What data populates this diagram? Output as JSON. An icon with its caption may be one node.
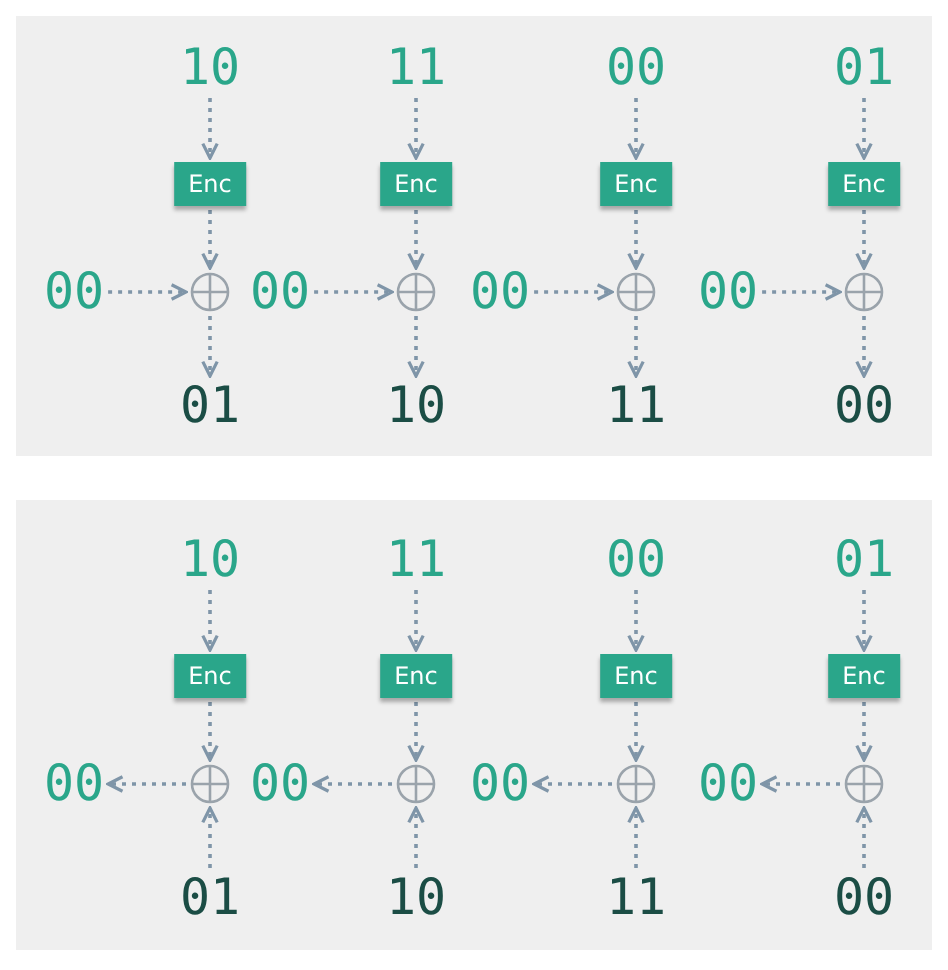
{
  "diagram": {
    "nodes": [
      {
        "text": [],
        "shape": "box"
      },
      {
        "text": [
          "10"
        ],
        "in": 0
      },
      {
        "text": [
          "Enc"
        ],
        "in": 0
      },
      {
        "text": [],
        "shape": "circle",
        "in": 0
      },
      {
        "text": [
          "00"
        ],
        "in": 0
      },
      {
        "text": [
          "01"
        ],
        "in": 0
      },
      {
        "text": [
          "11"
        ],
        "in": 0
      },
      {
        "text": [
          "Enc"
        ],
        "in": 0
      },
      {
        "text": [],
        "shape": "circle",
        "in": 0
      },
      {
        "text": [
          "00"
        ],
        "in": 0
      },
      {
        "text": [
          "10"
        ],
        "in": 0
      },
      {
        "text": [
          "00"
        ],
        "in": 0
      },
      {
        "text": [
          "Enc"
        ],
        "in": 0
      },
      {
        "text": [],
        "shape": "circle",
        "in": 0
      },
      {
        "text": [
          "00"
        ],
        "in": 0
      },
      {
        "text": [
          "11"
        ],
        "in": 0
      },
      {
        "text": [
          "01"
        ],
        "in": 0
      },
      {
        "text": [
          "Enc"
        ],
        "in": 0
      },
      {
        "text": [],
        "shape": "circle",
        "in": 0
      },
      {
        "text": [
          "00"
        ],
        "in": 0
      },
      {
        "text": [
          "00"
        ],
        "in": 0
      },
      {
        "text": [],
        "shape": "box"
      },
      {
        "text": [
          "10"
        ],
        "in": 21
      },
      {
        "text": [
          "Enc"
        ],
        "in": 21
      },
      {
        "text": [],
        "shape": "circle",
        "in": 21
      },
      {
        "text": [
          "00"
        ],
        "in": 21
      },
      {
        "text": [
          "01"
        ],
        "in": 21
      },
      {
        "text": [
          "11"
        ],
        "in": 21
      },
      {
        "text": [
          "Enc"
        ],
        "in": 21
      },
      {
        "text": [],
        "shape": "circle",
        "in": 21
      },
      {
        "text": [
          "00"
        ],
        "in": 21
      },
      {
        "text": [
          "10"
        ],
        "in": 21
      },
      {
        "text": [
          "00"
        ],
        "in": 21
      },
      {
        "text": [
          "Enc"
        ],
        "in": 21
      },
      {
        "text": [],
        "shape": "circle",
        "in": 21
      },
      {
        "text": [
          "00"
        ],
        "in": 21
      },
      {
        "text": [
          "11"
        ],
        "in": 21
      },
      {
        "text": [
          "01"
        ],
        "in": 21
      },
      {
        "text": [
          "Enc"
        ],
        "in": 21
      },
      {
        "text": [],
        "shape": "circle",
        "in": 21
      },
      {
        "text": [
          "00"
        ],
        "in": 21
      },
      {
        "text": [
          "00"
        ],
        "in": 21
      }
    ],
    "edges": [
      {
        "from": 1,
        "to": 2,
        "arrow": "to"
      },
      {
        "from": 2,
        "to": 3,
        "arrow": "to"
      },
      {
        "from": 4,
        "to": 3,
        "arrow": "to"
      },
      {
        "from": 3,
        "to": 5,
        "arrow": "to"
      },
      {
        "from": 6,
        "to": 7,
        "arrow": "to"
      },
      {
        "from": 7,
        "to": 8,
        "arrow": "to"
      },
      {
        "from": 9,
        "to": 8,
        "arrow": "to"
      },
      {
        "from": 8,
        "to": 10,
        "arrow": "to"
      },
      {
        "from": 11,
        "to": 12,
        "arrow": "to"
      },
      {
        "from": 12,
        "to": 13,
        "arrow": "to"
      },
      {
        "from": 14,
        "to": 13,
        "arrow": "to"
      },
      {
        "from": 13,
        "to": 15,
        "arrow": "to"
      },
      {
        "from": 16,
        "to": 17,
        "arrow": "to"
      },
      {
        "from": 17,
        "to": 18,
        "arrow": "to"
      },
      {
        "from": 19,
        "to": 18,
        "arrow": "to"
      },
      {
        "from": 18,
        "to": 20,
        "arrow": "to"
      },
      {
        "from": 22,
        "to": 23,
        "arrow": "to"
      },
      {
        "from": 23,
        "to": 24,
        "arrow": "to"
      },
      {
        "from": 24,
        "to": 25,
        "arrow": "to"
      },
      {
        "from": 26,
        "to": 24,
        "arrow": "to"
      },
      {
        "from": 27,
        "to": 28,
        "arrow": "to"
      },
      {
        "from": 28,
        "to": 29,
        "arrow": "to"
      },
      {
        "from": 29,
        "to": 30,
        "arrow": "to"
      },
      {
        "from": 31,
        "to": 29,
        "arrow": "to"
      },
      {
        "from": 32,
        "to": 33,
        "arrow": "to"
      },
      {
        "from": 33,
        "to": 34,
        "arrow": "to"
      },
      {
        "from": 34,
        "to": 35,
        "arrow": "to"
      },
      {
        "from": 36,
        "to": 34,
        "arrow": "to"
      },
      {
        "from": 37,
        "to": 38,
        "arrow": "to"
      },
      {
        "from": 38,
        "to": 39,
        "arrow": "to"
      },
      {
        "from": 39,
        "to": 40,
        "arrow": "to"
      },
      {
        "from": 41,
        "to": 39,
        "arrow": "to"
      }
    ]
  }
}
